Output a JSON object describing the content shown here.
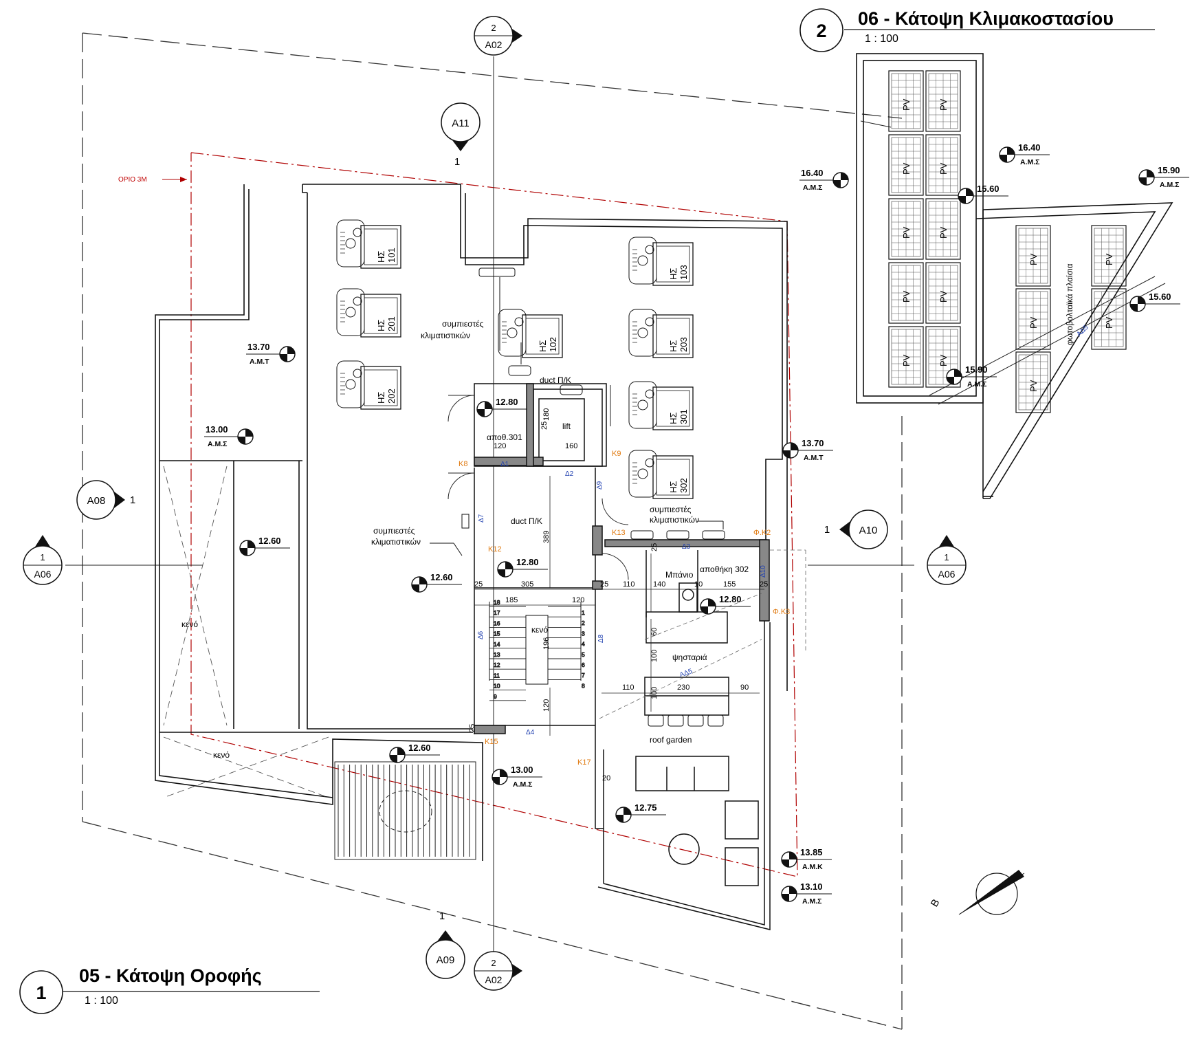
{
  "views": {
    "roof": {
      "number": "1",
      "title": "05 - Κάτοψη Οροφής",
      "scale": "1 : 100"
    },
    "stair": {
      "number": "2",
      "title": "06 - Κάτοψη Κλιμακοστασίου",
      "scale": "1 : 100"
    }
  },
  "section_markers": {
    "a02_top": {
      "num": "2",
      "ref": "A02"
    },
    "a02_bottom": {
      "num": "2",
      "ref": "A02"
    },
    "a06_left": {
      "num": "1",
      "ref": "A06"
    },
    "a06_right": {
      "num": "1",
      "ref": "A06"
    },
    "a11": {
      "ref": "A11",
      "num": "1"
    },
    "a08": {
      "ref": "A08",
      "num": "1"
    },
    "a10": {
      "ref": "A10",
      "num": "1"
    },
    "a09": {
      "ref": "A09",
      "num": "1"
    }
  },
  "limit_label": "ΟΡΙΟ 3Μ",
  "north_label": "Β",
  "levels": [
    {
      "value": "13.70",
      "sub": "Α.Μ.Τ"
    },
    {
      "value": "13.00",
      "sub": "Α.Μ.Σ"
    },
    {
      "value": "12.60",
      "sub": ""
    },
    {
      "value": "12.60",
      "sub": ""
    },
    {
      "value": "12.60",
      "sub": ""
    },
    {
      "value": "12.80",
      "sub": ""
    },
    {
      "value": "12.80",
      "sub": ""
    },
    {
      "value": "12.80",
      "sub": ""
    },
    {
      "value": "13.70",
      "sub": "Α.Μ.Τ"
    },
    {
      "value": "13.00",
      "sub": "Α.Μ.Σ"
    },
    {
      "value": "12.75",
      "sub": ""
    },
    {
      "value": "13.85",
      "sub": "Α.Μ.Κ"
    },
    {
      "value": "13.10",
      "sub": "Α.Μ.Σ"
    },
    {
      "value": "16.40",
      "sub": "Α.Μ.Σ"
    },
    {
      "value": "16.40",
      "sub": "Α.Μ.Σ"
    },
    {
      "value": "15.60",
      "sub": ""
    },
    {
      "value": "15.90",
      "sub": "Α.Μ.Σ"
    },
    {
      "value": "15.60",
      "sub": ""
    },
    {
      "value": "15.90",
      "sub": "Α.Μ.Σ"
    }
  ],
  "units": [
    {
      "label": "ΗΣ",
      "num": "101"
    },
    {
      "label": "ΗΣ",
      "num": "201"
    },
    {
      "label": "ΗΣ",
      "num": "202"
    },
    {
      "label": "ΗΣ",
      "num": "102"
    },
    {
      "label": "ΗΣ",
      "num": "103"
    },
    {
      "label": "ΗΣ",
      "num": "203"
    },
    {
      "label": "ΗΣ",
      "num": "301"
    },
    {
      "label": "ΗΣ",
      "num": "302"
    }
  ],
  "labels": {
    "compressors_1": "συμπιεστές",
    "compressors_1b": "κλιματιστικών",
    "compressors_2": "συμπιεστές",
    "compressors_2b": "κλιματιστικών",
    "compressors_3": "συμπιεστές",
    "compressors_3b": "κλιματιστικών",
    "duct_1": "duct Π/Κ",
    "duct_2": "duct Π/Κ",
    "storage_301": "αποθ.301",
    "lift": "lift",
    "void_1": "κενό",
    "void_2": "κενό",
    "void_3": "κενό",
    "bathroom": "Μπάνιο",
    "storage_302": "αποθήκη 302",
    "grill": "ψησταριά",
    "roof_garden": "roof garden",
    "pv": "PV",
    "pv_panels": "φωτοβολταϊκά πλαίσια"
  },
  "dims": [
    "120",
    "180",
    "160",
    "389",
    "305",
    "185",
    "120",
    "110",
    "140",
    "10",
    "155",
    "25",
    "25",
    "25",
    "25",
    "25",
    "60",
    "100",
    "196",
    "110",
    "230",
    "90",
    "100",
    "120",
    "25",
    "20"
  ],
  "tags_orange": [
    "Κ8",
    "Κ9",
    "Κ12",
    "Κ13",
    "Κ15",
    "Κ17",
    "Φ.Κ2",
    "Φ.Κ3"
  ],
  "tags_blue": [
    "Δ1",
    "Δ2",
    "Δ9",
    "Δ7",
    "Δ3",
    "Δ10",
    "Δ6",
    "Δ8",
    "Δ4",
    "ΑΔ5",
    "ΑΔ5"
  ],
  "stair_steps_left": [
    "18",
    "17",
    "16",
    "15",
    "14",
    "13",
    "12",
    "11",
    "10",
    "9"
  ],
  "stair_steps_right": [
    "1",
    "2",
    "3",
    "4",
    "5",
    "6",
    "7",
    "8"
  ]
}
